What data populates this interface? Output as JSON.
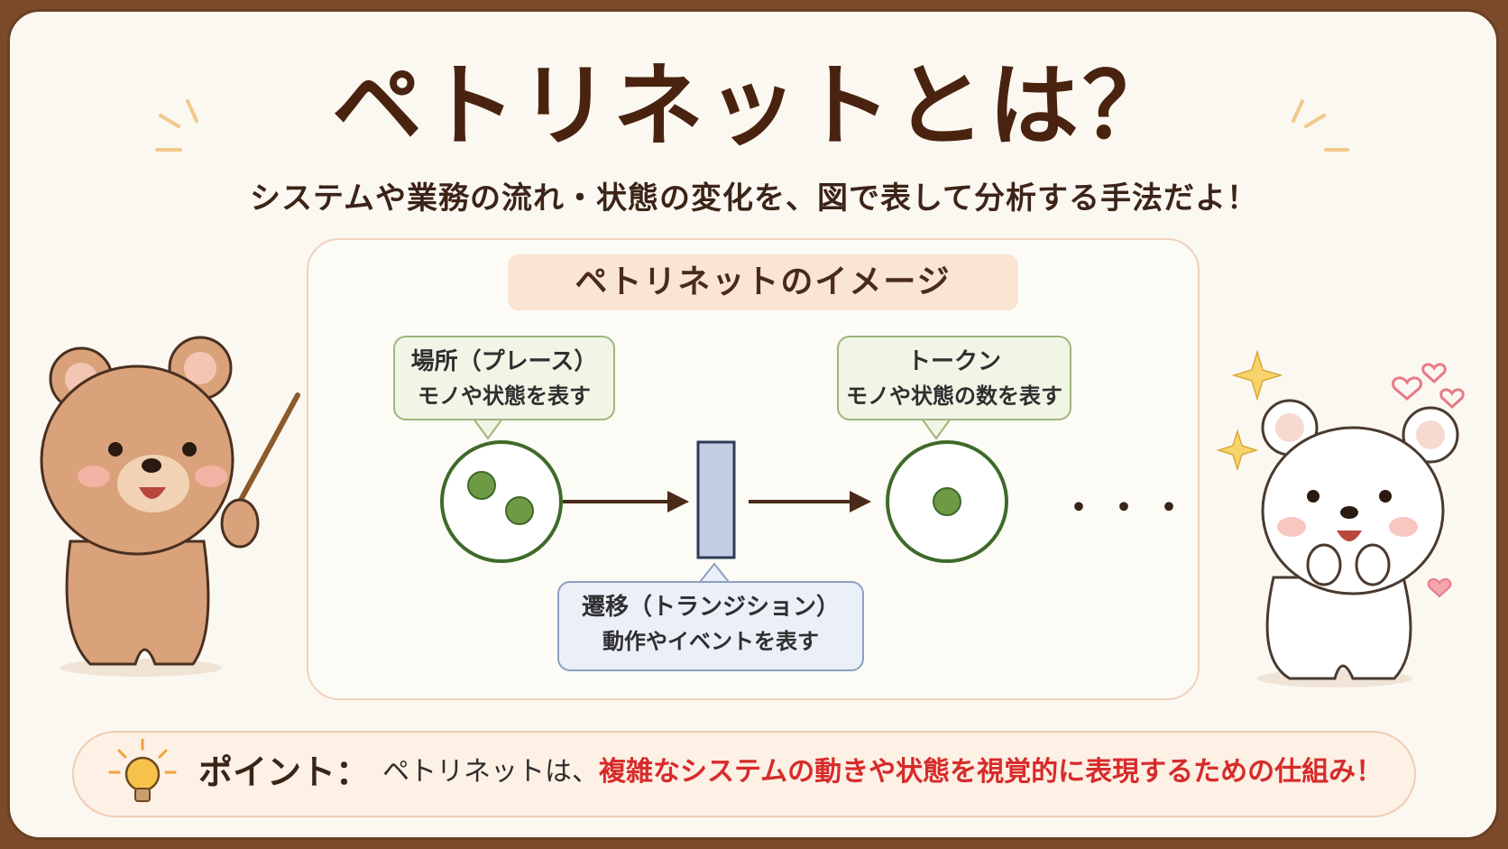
{
  "title": "ペトリネットとは？",
  "subtitle": "システムや業務の流れ・状態の変化を、図で表して分析する手法だよ！",
  "panel_title": "ペトリネットのイメージ",
  "callouts": {
    "place": {
      "line1": "場所（プレース）",
      "line2": "モノや状態を表す"
    },
    "token": {
      "line1": "トークン",
      "line2": "モノや状態の数を表す"
    },
    "transition": {
      "line1": "遷移（トランジション）",
      "line2": "動作やイベントを表す"
    }
  },
  "ellipsis": "・・・",
  "point": {
    "label": "ポイント：",
    "text_plain": "ペトリネットは、",
    "text_highlight": "複雑なシステムの動きや状態を視覚的に表現するための仕組み！"
  },
  "colors": {
    "title": "#4a2310",
    "place_stroke": "#3f6a2a",
    "token_fill": "#6f9a45",
    "transition_fill": "#c3cde4",
    "arrow": "#4a2a18",
    "highlight": "#d72b2b"
  }
}
